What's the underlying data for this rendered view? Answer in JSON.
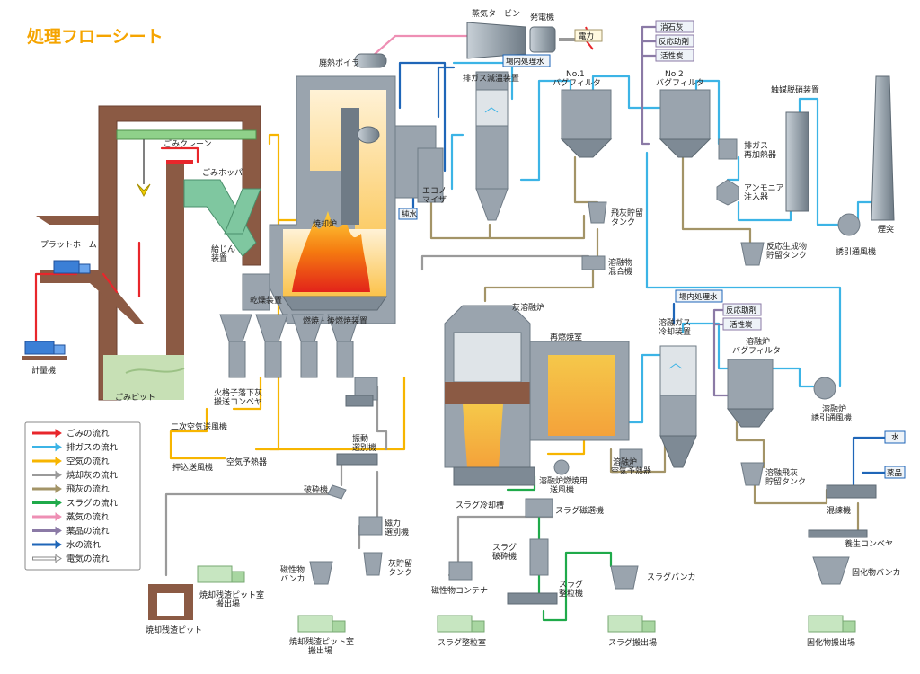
{
  "title": "処理フローシート",
  "labels": {
    "steam_turbine": "蒸気タービン",
    "generator": "発電機",
    "electricity": "電力",
    "waste_boiler": "廃熱ボイラ",
    "plant_water_1": "場内処理水",
    "quench_tower": "排ガス減温装置",
    "bagfilter_1": "No.1\nバグフィルタ",
    "bagfilter_2": "No.2\nバグフィルタ",
    "slaked_lime": "消石灰",
    "reaction_aid_1": "反応助剤",
    "activated_carbon_1": "活性炭",
    "catalytic_denox": "触媒脱硝装置",
    "chimney": "煙突",
    "gas_reheater": "排ガス\n再加熱器",
    "ammonia": "アンモニア\n注入器",
    "induced_fan": "誘引通風機",
    "reaction_tank": "反応生成物\n貯留タンク",
    "economizer": "エコノ\nマイザ",
    "pure_water": "純水",
    "flyash_tank": "飛灰貯留\nタンク",
    "crane": "ごみクレーン",
    "hopper": "ごみホッパ",
    "incinerator": "焼却炉",
    "feeder": "給じん\n装置",
    "platform": "プラットホーム",
    "scale": "計量機",
    "pit": "ごみピット",
    "dryer": "乾燥装置",
    "combustion": "燃焼・後燃焼装置",
    "conveyor": "火格子落下灰\n搬送コンベヤ",
    "secondary_fan": "二次空気送風機",
    "forced_fan": "押込送風機",
    "air_preheater": "空気予熱器",
    "mixer": "溶融物\n混合機",
    "ash_melter": "灰溶融炉",
    "reburner": "再燃焼室",
    "plant_water_2": "場内処理水",
    "melt_gas_cooler": "溶融ガス\n冷却装置",
    "reaction_aid_2": "反応助剤",
    "activated_carbon_2": "活性炭",
    "melt_bagfilter": "溶融炉\nバグフィルタ",
    "melt_fan": "溶融炉\n誘引通風機",
    "vib_separator": "振動\n選別機",
    "crusher_1": "破砕機",
    "mag_separator_1": "磁力\n選別機",
    "ash_tank": "灰貯留\nタンク",
    "mag_hopper": "磁性物\nバンカ",
    "melt_air_preheater": "溶融炉\n空気予熱器",
    "melt_blower": "溶融炉燃焼用\n送風機",
    "slag_tank": "スラグ冷却槽",
    "slag_mag": "スラグ磁選機",
    "slag_crusher": "スラグ\n破砕機",
    "slag_grader": "スラグ\n整粒機",
    "slag_bunker": "スラグバンカ",
    "mag_container": "磁性物コンテナ",
    "melt_flyash_tank": "溶融飛灰\n貯留タンク",
    "water": "水",
    "chemical": "薬品",
    "kneader": "混練機",
    "curing_conveyor": "養生コンベヤ",
    "solid_bunker": "固化物バンカ",
    "residue_out": "焼却残渣ピット室\n搬出場",
    "residue_pit": "焼却残渣ピット",
    "residue_out_2": "焼却残渣ピット室\n搬出場",
    "slag_room": "スラグ整粒室",
    "slag_out": "スラグ搬出場",
    "solid_out": "固化物搬出場"
  },
  "legend": [
    {
      "label": "ごみの流れ",
      "color": "#e8262b"
    },
    {
      "label": "排ガスの流れ",
      "color": "#3cb4e6"
    },
    {
      "label": "空気の流れ",
      "color": "#f7b500"
    },
    {
      "label": "焼却灰の流れ",
      "color": "#9a9a9a"
    },
    {
      "label": "飛灰の流れ",
      "color": "#a39467"
    },
    {
      "label": "スラグの流れ",
      "color": "#1faa4a"
    },
    {
      "label": "蒸気の流れ",
      "color": "#ee8fb4"
    },
    {
      "label": "薬品の流れ",
      "color": "#8b7aa6"
    },
    {
      "label": "水の流れ",
      "color": "#1f66b8"
    },
    {
      "label": "電気の流れ",
      "color": "#ffffff"
    }
  ]
}
